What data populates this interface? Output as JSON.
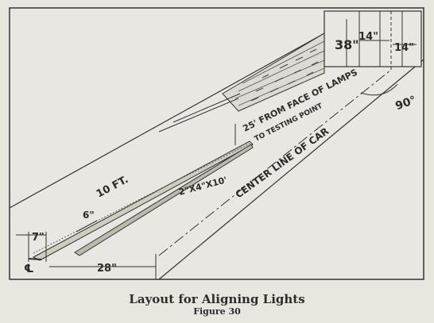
{
  "diagram": {
    "wall_height_label": "38\"",
    "lamp_spacing_left_label": "14\"",
    "lamp_spacing_right_label": "14\"",
    "angle_label": "90°",
    "distance_label_line1": "25' FROM FACE OF LAMPS",
    "distance_label_line2": "TO TESTING POINT",
    "centerline_label": "CENTER LINE OF CAR",
    "length_label": "10 FT.",
    "lumber_label": "2\"X4\"X10'",
    "offset_label": "6\"",
    "end_width_label": "7\"",
    "base_width_label": "28\"",
    "centerline_symbol": "℄"
  },
  "caption": {
    "title": "Layout for Aligning Lights",
    "subtitle": "Figure 30"
  }
}
